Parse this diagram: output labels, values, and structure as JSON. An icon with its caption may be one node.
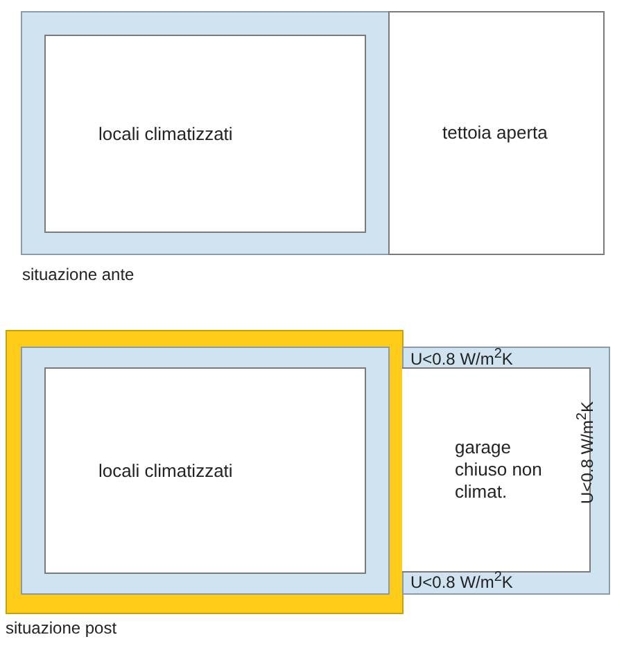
{
  "diagram": {
    "nodes": [
      {
        "text": [
          "locali climatizzati"
        ]
      },
      {
        "text": [
          "tettoia aperta"
        ]
      },
      {
        "text": [
          "locali climatizzati"
        ]
      },
      {
        "text": [
          "garage chiuso non climat."
        ]
      }
    ],
    "labels": [
      "situazione ante",
      "U<0.8 W/m$^{2}$K",
      "U<0.8 W/m$^{2}$K",
      "U<0.8 W/m$^{2}$K",
      "situazione post"
    ]
  }
}
